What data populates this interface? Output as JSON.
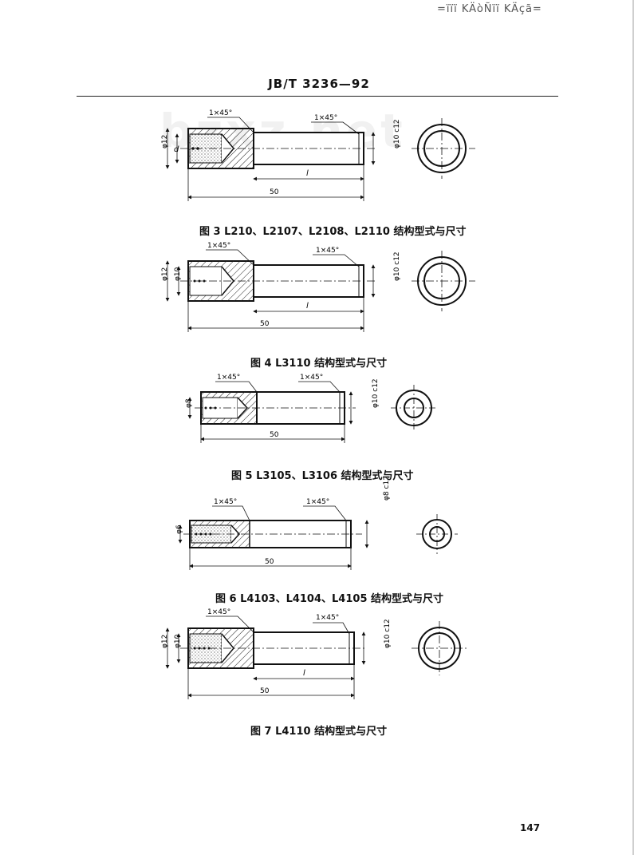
{
  "page": {
    "top_mark": "=ïïï KÄòÑïï KÄçã=",
    "header": "JB/T 3236—92",
    "page_number": "147",
    "watermark": "bzxz.net"
  },
  "figures": [
    {
      "caption": "图 3  L210、L2107、L2108、L2110 结构型式与尺寸",
      "labels": {
        "chamfer_left": "1×45°",
        "chamfer_right": "1×45°",
        "dia_outer": "φ12",
        "dia_inner": "d",
        "dia_shank": "φ10 c12",
        "length": "50",
        "shank_length": "l"
      }
    },
    {
      "caption": "图 4  L3110 结构型式与尺寸",
      "labels": {
        "chamfer_left": "1×45°",
        "chamfer_right": "1×45°",
        "dia_outer": "φ12",
        "dia_inner": "φ10",
        "dia_shank": "φ10 c12",
        "length": "50",
        "shank_length": "l"
      }
    },
    {
      "caption": "图 5  L3105、L3106 结构型式与尺寸",
      "labels": {
        "chamfer_left": "1×45°",
        "chamfer_right": "1×45°",
        "dia_outer": "φ8",
        "dia_shank": "φ10 c12",
        "length": "50"
      }
    },
    {
      "caption": "图 6  L4103、L4104、L4105 结构型式与尺寸",
      "labels": {
        "chamfer_left": "1×45°",
        "chamfer_right": "1×45°",
        "dia_outer": "φ6",
        "dia_shank": "φ8 c12",
        "length": "50"
      }
    },
    {
      "caption": "图 7  L4110 结构型式与尺寸",
      "labels": {
        "chamfer_left": "1×45°",
        "chamfer_right": "1×45°",
        "dia_outer": "φ12",
        "dia_inner": "φ10",
        "dia_shank": "φ10 c12",
        "length": "50",
        "shank_length": "l"
      }
    }
  ]
}
